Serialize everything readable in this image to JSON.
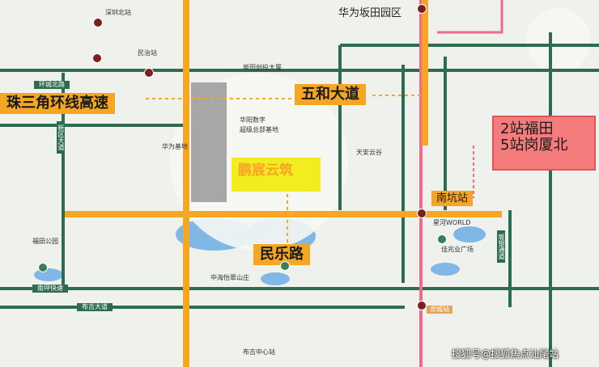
{
  "map": {
    "district_label": "华为坂田园区",
    "roads": {
      "pearl_ring": "珠三角环线高速",
      "wuhe": "五和大道",
      "minle": "民乐路",
      "xinqu": "新区大道",
      "longgang": "坂银通道",
      "nanping": "南坪快速",
      "buji": "布吉大道",
      "huaning": "环城北路"
    },
    "project": {
      "name": "鹏宸云筑",
      "subtitle_1": "华阳数字",
      "subtitle_2": "超级总部基地"
    },
    "stations": {
      "nankeng": "南坑站",
      "cheng": "龙城站"
    },
    "callout": {
      "line1": "2站福田",
      "line2": "5站岗厦北"
    },
    "places": [
      {
        "name": "坂田创投大厦"
      },
      {
        "name": "华为基地"
      },
      {
        "name": "天安云谷"
      },
      {
        "name": "星河WORLD"
      },
      {
        "name": "佳兆业广场"
      },
      {
        "name": "中海怡翠山庄"
      },
      {
        "name": "深圳北站"
      },
      {
        "name": "布吉中心站"
      },
      {
        "name": "民治站"
      },
      {
        "name": "福田公园"
      }
    ],
    "watermark": "搜狐号@搜狐焦点汕尾站",
    "colors": {
      "orange_road": "#f5a623",
      "pink_line": "#f06a8a",
      "green_road": "#2f6b4f",
      "water": "#7fb7e6",
      "callout_bg": "#f47c7c"
    }
  }
}
